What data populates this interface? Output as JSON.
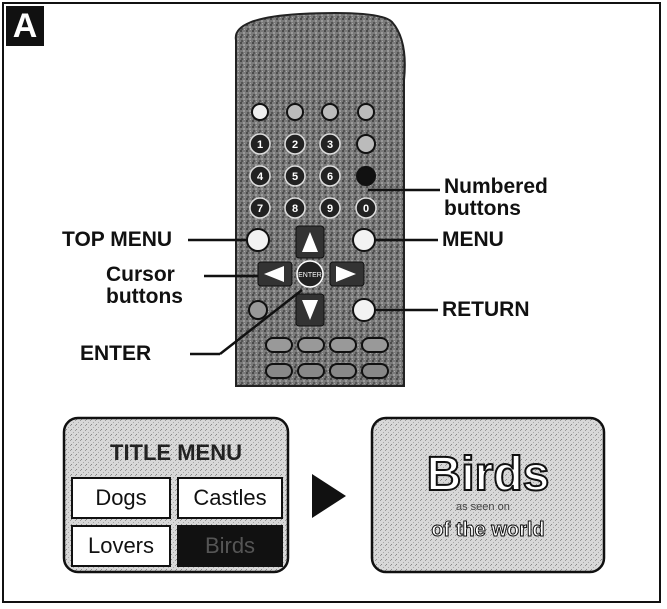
{
  "badge": "A",
  "labels": {
    "numbered": "Numbered\nbuttons",
    "top_menu": "TOP MENU",
    "menu": "MENU",
    "cursor": "Cursor\nbuttons",
    "return": "RETURN",
    "enter": "ENTER"
  },
  "remote": {
    "number_keys": [
      "1",
      "2",
      "3",
      "4",
      "5",
      "6",
      "7",
      "8",
      "9",
      "0"
    ],
    "enter_key": "ENTER"
  },
  "screen_left": {
    "title": "TITLE MENU",
    "items": [
      "Dogs",
      "Castles",
      "Lovers",
      "Birds"
    ]
  },
  "screen_right": {
    "big_word": "Birds",
    "subtitle": "of the world",
    "caption": "as seen on"
  },
  "colors": {
    "ink": "#111111",
    "remote": "#6b6b6b",
    "screen": "#cfcfcf"
  }
}
